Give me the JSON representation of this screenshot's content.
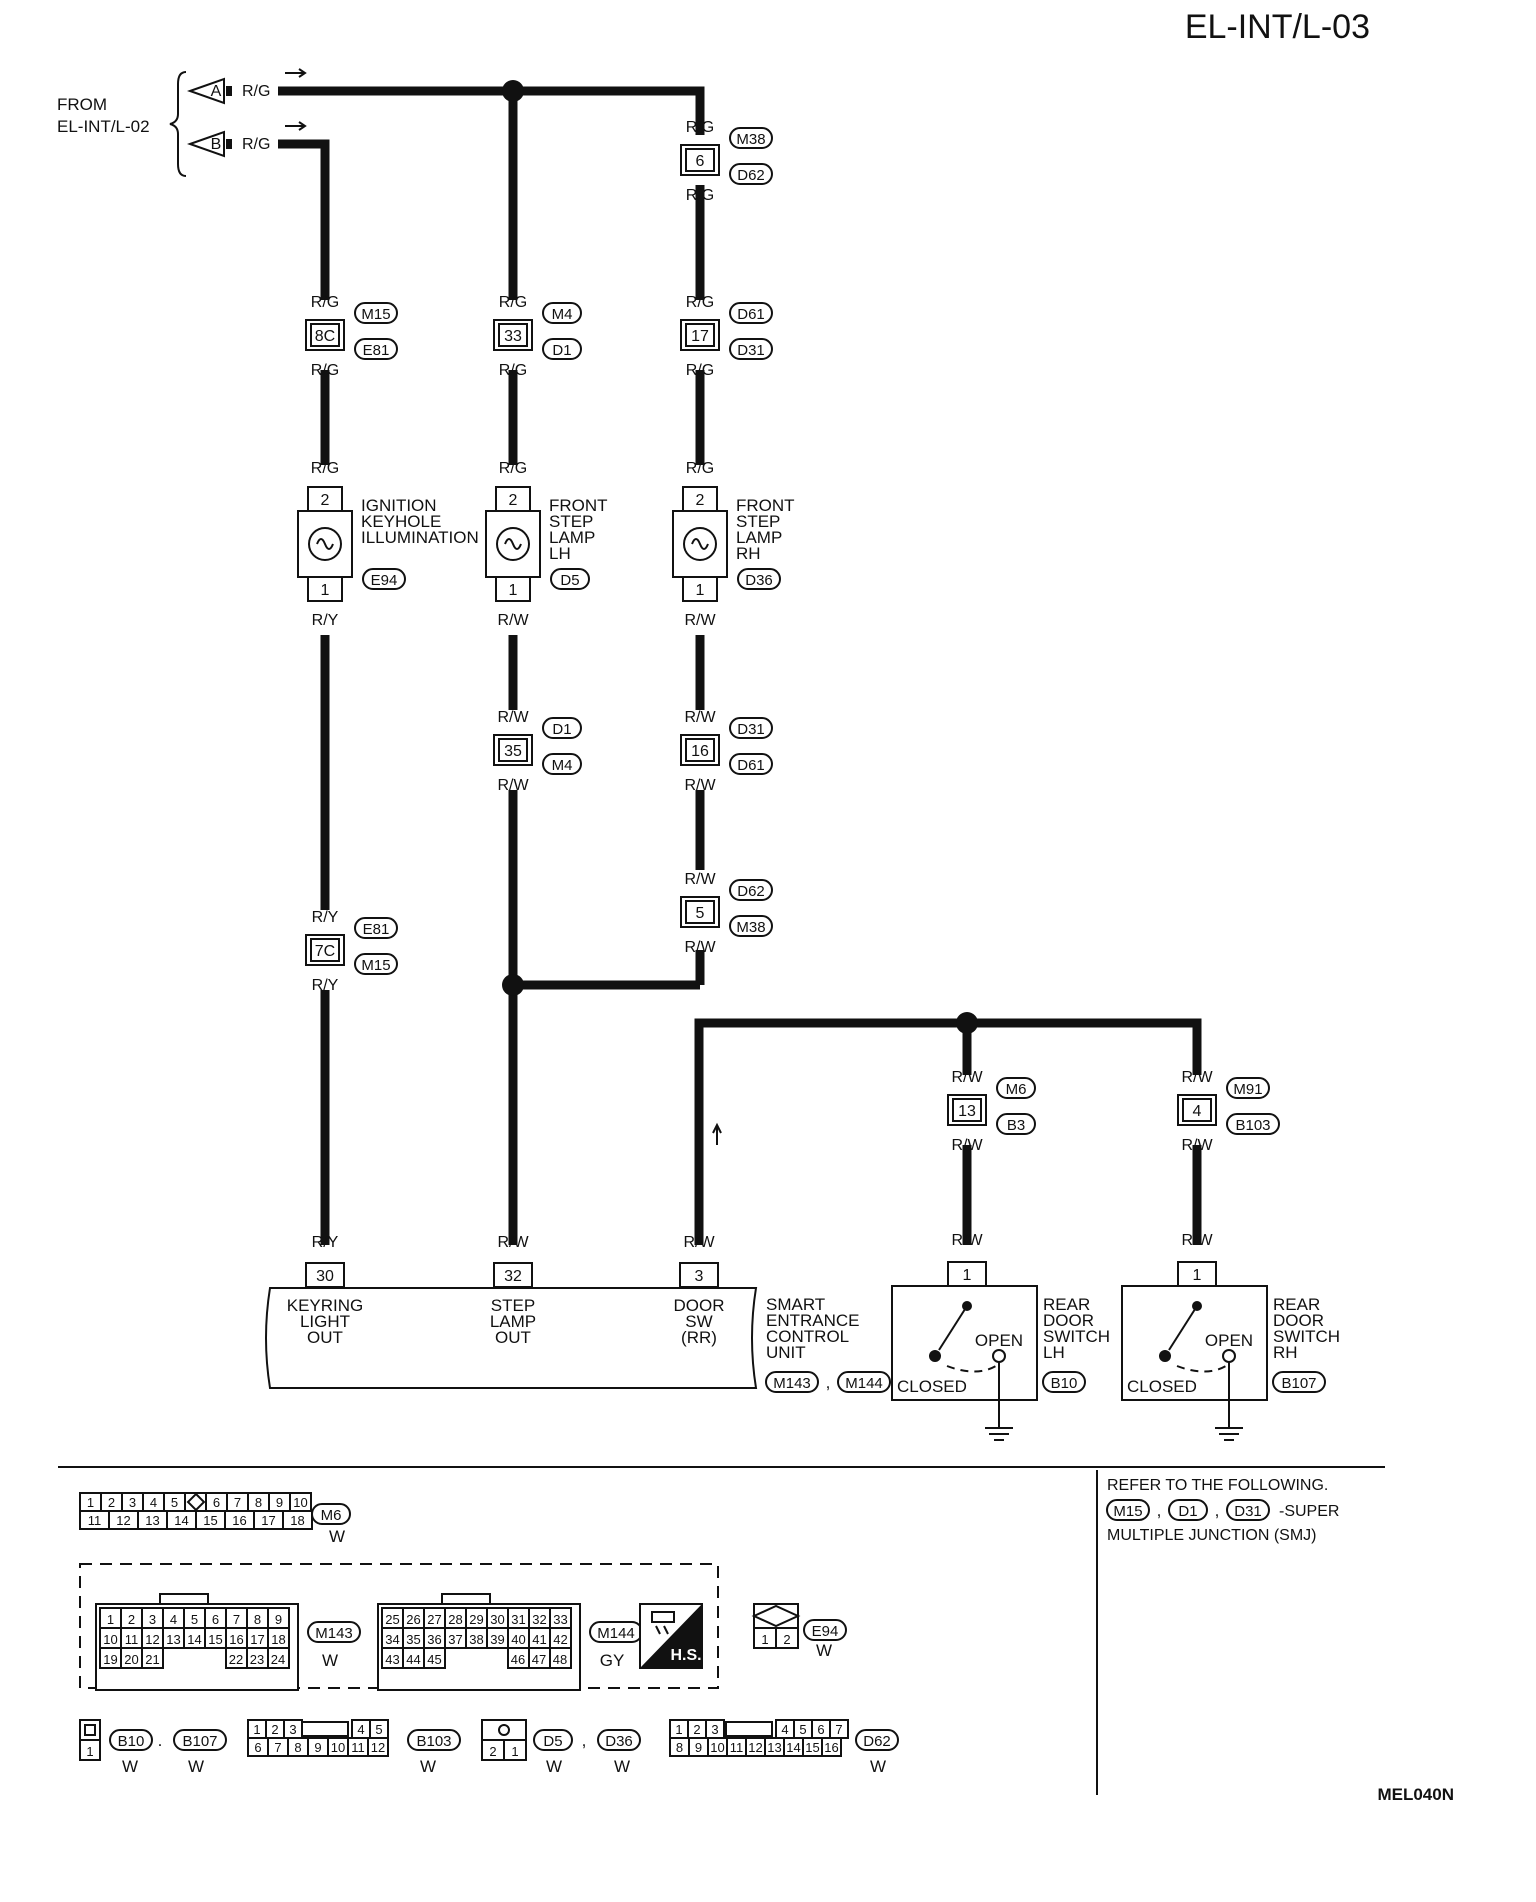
{
  "page": {
    "code": "EL-INT/L-03",
    "figure_code": "MEL040N"
  },
  "from": {
    "label1": "FROM",
    "label2": "EL-INT/L-02",
    "connectors": [
      {
        "letter": "A",
        "wire": "R/G"
      },
      {
        "letter": "B",
        "wire": "R/G"
      }
    ]
  },
  "col_ign": {
    "junction": {
      "top_wire": "R/G",
      "pin": "8C",
      "top_conn": "M15",
      "bottom_conn": "E81",
      "bottom_wire": "R/G"
    },
    "lamp": {
      "top_wire": "R/G",
      "pin_top": "2",
      "pin_bottom": "1",
      "name": [
        "IGNITION",
        "KEYHOLE",
        "ILLUMINATION"
      ],
      "conn": "E94",
      "bottom_wire": "R/Y"
    },
    "junction2": {
      "top_wire": "R/Y",
      "pin": "7C",
      "top_conn": "E81",
      "bottom_conn": "M15",
      "bottom_wire": "R/Y"
    },
    "term": {
      "wire": "R/Y",
      "pin": "30",
      "label": [
        "KEYRING",
        "LIGHT",
        "OUT"
      ]
    }
  },
  "col_lh": {
    "junction": {
      "top_wire": "R/G",
      "pin": "33",
      "top_conn": "M4",
      "bottom_conn": "D1",
      "bottom_wire": "R/G"
    },
    "lamp": {
      "top_wire": "R/G",
      "pin_top": "2",
      "pin_bottom": "1",
      "name": [
        "FRONT",
        "STEP",
        "LAMP",
        "LH"
      ],
      "conn": "D5",
      "bottom_wire": "R/W"
    },
    "junction2": {
      "top_wire": "R/W",
      "pin": "35",
      "top_conn": "D1",
      "bottom_conn": "M4",
      "bottom_wire": "R/W"
    },
    "term": {
      "wire": "R/W",
      "pin": "32",
      "label": [
        "STEP",
        "LAMP",
        "OUT"
      ]
    }
  },
  "col_rh": {
    "junction0": {
      "top_wire": "R/G",
      "pin": "6",
      "top_conn": "M38",
      "bottom_conn": "D62",
      "bottom_wire": "R/G"
    },
    "junction": {
      "top_wire": "R/G",
      "pin": "17",
      "top_conn": "D61",
      "bottom_conn": "D31",
      "bottom_wire": "R/G"
    },
    "lamp": {
      "top_wire": "R/G",
      "pin_top": "2",
      "pin_bottom": "1",
      "name": [
        "FRONT",
        "STEP",
        "LAMP",
        "RH"
      ],
      "conn": "D36",
      "bottom_wire": "R/W"
    },
    "junction2": {
      "top_wire": "R/W",
      "pin": "16",
      "top_conn": "D31",
      "bottom_conn": "D61",
      "bottom_wire": "R/W"
    },
    "junction3": {
      "top_wire": "R/W",
      "pin": "5",
      "top_conn": "D62",
      "bottom_conn": "M38",
      "bottom_wire": "R/W"
    }
  },
  "col_door": {
    "term": {
      "wire": "R/W",
      "pin": "3",
      "label": [
        "DOOR",
        "SW",
        "(RR)"
      ]
    }
  },
  "control_unit": {
    "name": [
      "SMART",
      "ENTRANCE",
      "CONTROL",
      "UNIT"
    ],
    "conns": [
      "M143",
      "M144"
    ],
    "comma": ","
  },
  "switch_lh": {
    "junction": {
      "top_wire": "R/W",
      "pin": "13",
      "top_conn": "M6",
      "bottom_conn": "B3",
      "bottom_wire": "R/W"
    },
    "term_wire": "R/W",
    "pin": "1",
    "open": "OPEN",
    "closed": "CLOSED",
    "name": [
      "REAR",
      "DOOR",
      "SWITCH",
      "LH"
    ],
    "conn": "B10"
  },
  "switch_rh": {
    "junction": {
      "top_wire": "R/W",
      "pin": "4",
      "top_conn": "M91",
      "bottom_conn": "B103",
      "bottom_wire": "R/W"
    },
    "term_wire": "R/W",
    "pin": "1",
    "open": "OPEN",
    "closed": "CLOSED",
    "name": [
      "REAR",
      "DOOR",
      "SWITCH",
      "RH"
    ],
    "conn": "B107"
  },
  "refer": {
    "line1": "REFER TO THE FOLLOWING.",
    "conns": [
      "M15",
      "D1",
      "D31"
    ],
    "comma": ",",
    "suffix": "-SUPER",
    "line3": "MULTIPLE JUNCTION (SMJ)"
  },
  "connector_views": {
    "m6": {
      "row1": [
        "1",
        "2",
        "3",
        "4",
        "5",
        "",
        "6",
        "7",
        "8",
        "9",
        "10"
      ],
      "row2": [
        "11",
        "12",
        "13",
        "14",
        "15",
        "16",
        "17",
        "18"
      ],
      "conn": "M6",
      "color": "W"
    },
    "m143": {
      "row1": [
        "1",
        "2",
        "3",
        "4",
        "5",
        "6",
        "7",
        "8",
        "9"
      ],
      "row2": [
        "10",
        "11",
        "12",
        "13",
        "14",
        "15",
        "16",
        "17",
        "18"
      ],
      "row3": [
        "19",
        "20",
        "21",
        "22",
        "23",
        "24"
      ],
      "conn": "M143",
      "color": "W"
    },
    "m144": {
      "row1": [
        "25",
        "26",
        "27",
        "28",
        "29",
        "30",
        "31",
        "32",
        "33"
      ],
      "row2": [
        "34",
        "35",
        "36",
        "37",
        "38",
        "39",
        "40",
        "41",
        "42"
      ],
      "row3": [
        "43",
        "44",
        "45",
        "46",
        "47",
        "48"
      ],
      "conn": "M144",
      "color": "GY"
    },
    "hs": "H.S.",
    "e94": {
      "pins": [
        "1",
        "2"
      ],
      "conn": "E94",
      "color": "W"
    },
    "b10": {
      "pin": "1",
      "conns": [
        "B10",
        "B107"
      ],
      "colors": [
        "W",
        "W"
      ],
      "comma": "."
    },
    "b103": {
      "row1": [
        "1",
        "2",
        "3",
        "4",
        "5"
      ],
      "row2": [
        "6",
        "7",
        "8",
        "9",
        "10",
        "11",
        "12"
      ],
      "conn": "B103",
      "color": "W"
    },
    "d5": {
      "pins": [
        "2",
        "1"
      ],
      "conns": [
        "D5",
        "D36"
      ],
      "colors": [
        "W",
        "W"
      ],
      "comma": ","
    },
    "d62": {
      "row1": [
        "1",
        "2",
        "3",
        "4",
        "5",
        "6",
        "7"
      ],
      "row2": [
        "8",
        "9",
        "10",
        "11",
        "12",
        "13",
        "14",
        "15",
        "16"
      ],
      "conn": "D62",
      "color": "W"
    }
  }
}
